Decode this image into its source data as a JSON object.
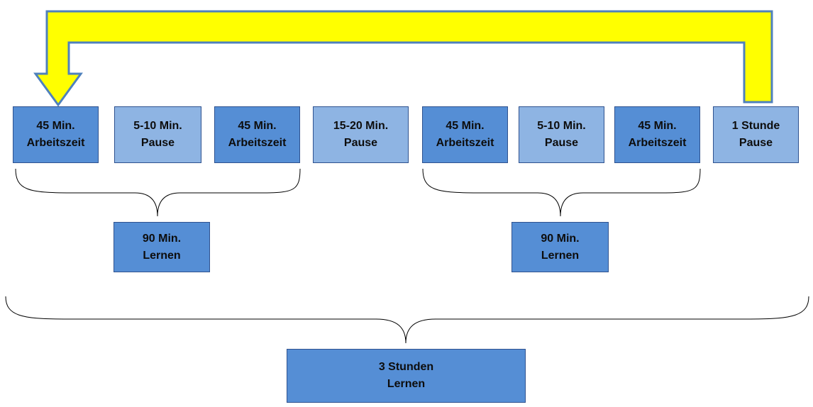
{
  "top_row": [
    {
      "line1": "45 Min.",
      "line2": "Arbeitszeit",
      "kind": "work"
    },
    {
      "line1": "5-10 Min.",
      "line2": "Pause",
      "kind": "break"
    },
    {
      "line1": "45 Min.",
      "line2": "Arbeitszeit",
      "kind": "work"
    },
    {
      "line1": "15-20 Min.",
      "line2": "Pause",
      "kind": "break"
    },
    {
      "line1": "45 Min.",
      "line2": "Arbeitszeit",
      "kind": "work"
    },
    {
      "line1": "5-10 Min.",
      "line2": "Pause",
      "kind": "break"
    },
    {
      "line1": "45 Min.",
      "line2": "Arbeitszeit",
      "kind": "work"
    },
    {
      "line1": "1 Stunde",
      "line2": "Pause",
      "kind": "break"
    }
  ],
  "groups": [
    {
      "line1": "90 Min.",
      "line2": "Lernen"
    },
    {
      "line1": "90 Min.",
      "line2": "Lernen"
    }
  ],
  "total": {
    "line1": "3 Stunden",
    "line2": "Lernen"
  },
  "colors": {
    "work_fill": "#558ed5",
    "break_fill": "#8eb4e3",
    "arrow_fill": "#ffff00",
    "arrow_stroke": "#4f81bd"
  }
}
